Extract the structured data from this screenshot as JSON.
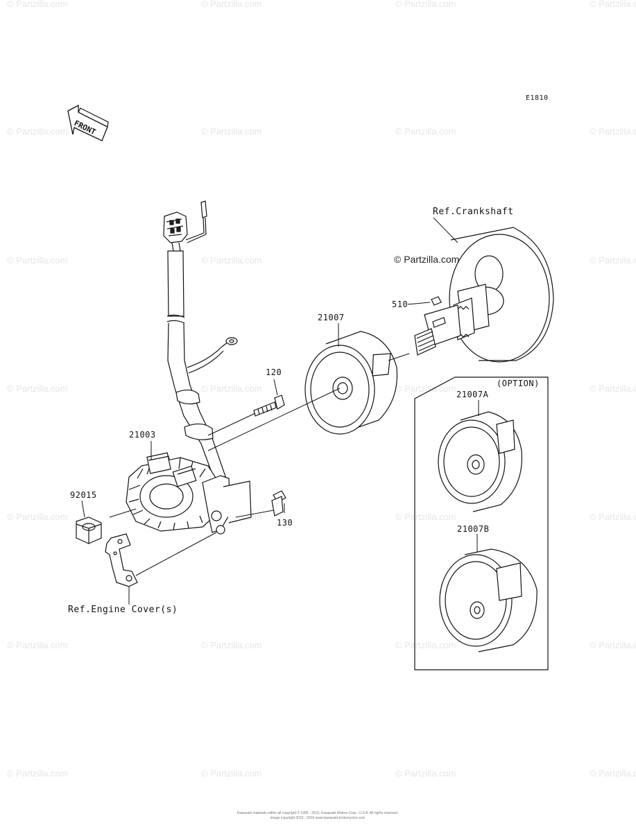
{
  "watermark": "© Partzilla.com",
  "diagram_code": "E1810",
  "front_arrow": "FRONT",
  "center_watermark": "© Partzilla.com",
  "labels": {
    "crankshaft": "Ref.Crankshaft",
    "p510": "510",
    "p21007": "21007",
    "p120": "120",
    "p21003": "21003",
    "p92015": "92015",
    "p130": "130",
    "engine_cover": "Ref.Engine Cover(s)",
    "option": "(OPTION)",
    "p21007a": "21007A",
    "p21007b": "21007B"
  },
  "footer": {
    "line1": "Kawasaki materials within all copyright © 1995 - 2015, Kawasaki Motors Corp., U.S.A. All rights reserved.",
    "line2": "image copyright 2015 - 2016 www.kawasaki-motorcycles.com"
  }
}
